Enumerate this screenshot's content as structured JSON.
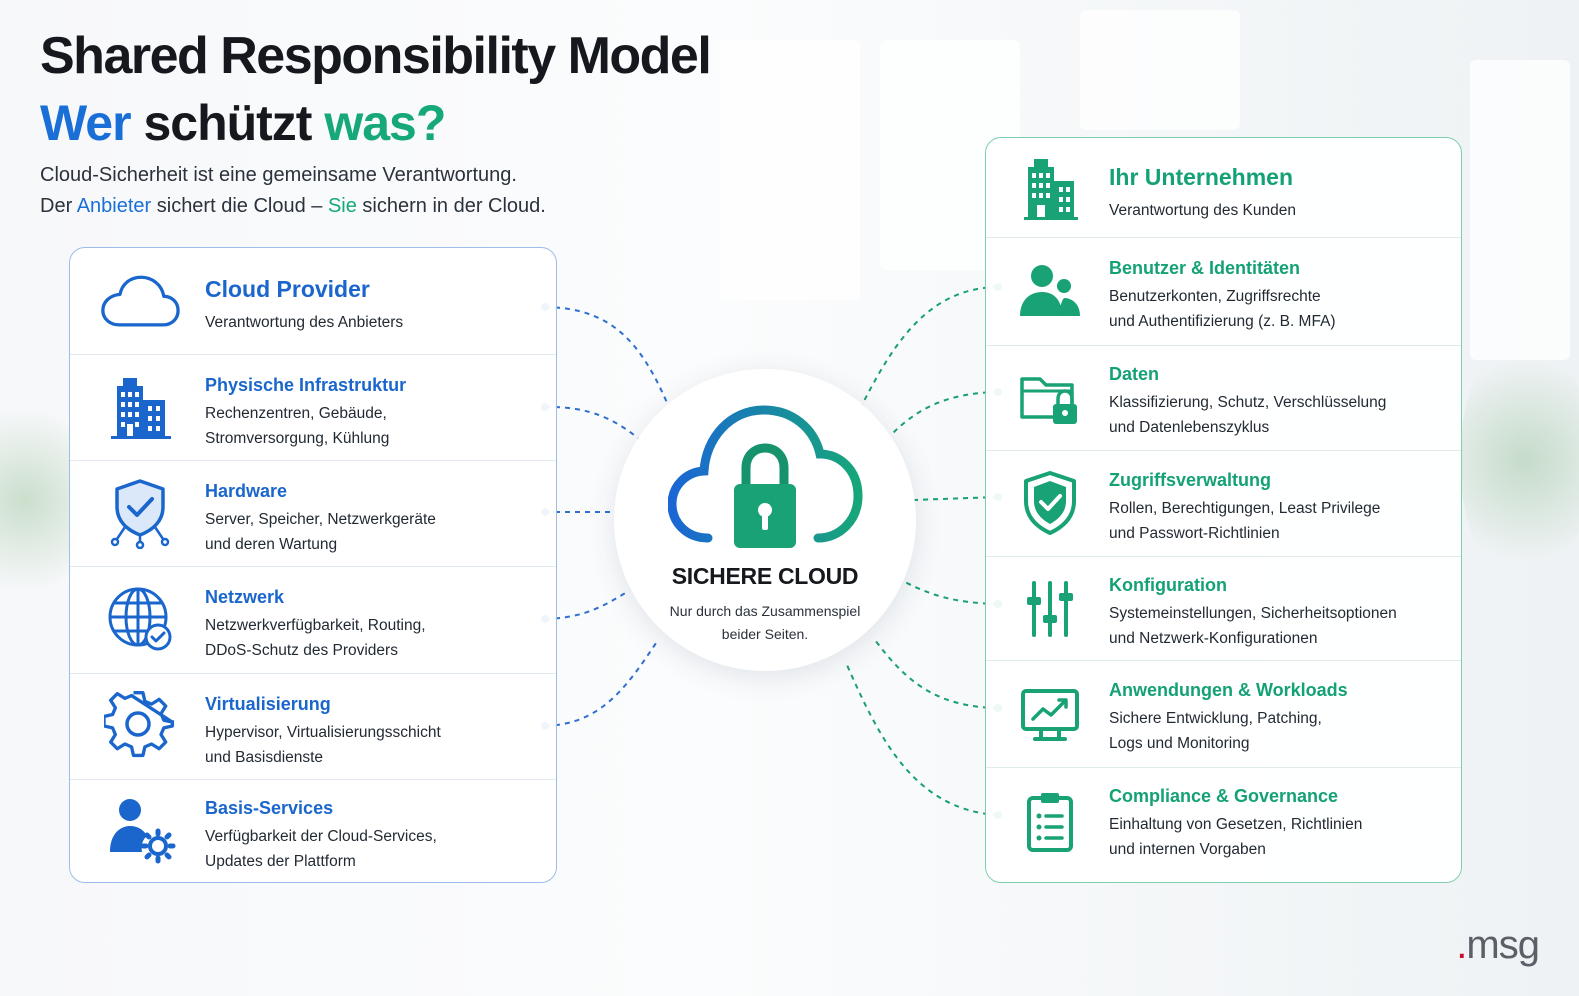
{
  "header": {
    "title": "Shared Responsibility Model",
    "subtitle_part1": "Wer",
    "subtitle_part2": " schützt ",
    "subtitle_part3": "was?",
    "intro_line1": "Cloud-Sicherheit ist eine gemeinsame Verantwortung.",
    "intro_line2_a": "Der ",
    "intro_line2_b": "Anbieter",
    "intro_line2_c": " sichert die Cloud – ",
    "intro_line2_d": "Sie",
    "intro_line2_e": " sichern in der Cloud."
  },
  "provider": {
    "title": "Cloud Provider",
    "subtitle": "Verantwortung des Anbieters",
    "items": [
      {
        "title": "Physische Infrastruktur",
        "desc1": "Rechenzentren, Gebäude,",
        "desc2": "Stromversorgung, Kühlung",
        "icon": "building-icon"
      },
      {
        "title": "Hardware",
        "desc1": "Server, Speicher, Netzwerkgeräte",
        "desc2": "und deren Wartung",
        "icon": "shield-check-icon"
      },
      {
        "title": "Netzwerk",
        "desc1": "Netzwerkverfügbarkeit, Routing,",
        "desc2": "DDoS-Schutz des Providers",
        "icon": "globe-icon"
      },
      {
        "title": "Virtualisierung",
        "desc1": "Hypervisor, Virtualisierungsschicht",
        "desc2": "und Basisdienste",
        "icon": "gear-icon"
      },
      {
        "title": "Basis-Services",
        "desc1": "Verfügbarkeit der Cloud-Services,",
        "desc2": "Updates der Plattform",
        "icon": "user-gear-icon"
      }
    ]
  },
  "customer": {
    "title": "Ihr Unternehmen",
    "subtitle": "Verantwortung des Kunden",
    "items": [
      {
        "title": "Benutzer & Identitäten",
        "desc1": "Benutzerkonten, Zugriffsrechte",
        "desc2": "und Authentifizierung (z. B. MFA)",
        "icon": "users-icon"
      },
      {
        "title": "Daten",
        "desc1": "Klassifizierung, Schutz, Verschlüsselung",
        "desc2": "und Datenlebenszyklus",
        "icon": "folder-lock-icon"
      },
      {
        "title": "Zugriffsverwaltung",
        "desc1": "Rollen, Berechtigungen, Least Privilege",
        "desc2": "und Passwort-Richtlinien",
        "icon": "shield-check-icon"
      },
      {
        "title": "Konfiguration",
        "desc1": "Systemeinstellungen, Sicherheitsoptionen",
        "desc2": "und Netzwerk-Konfigurationen",
        "icon": "sliders-icon"
      },
      {
        "title": "Anwendungen & Workloads",
        "desc1": "Sichere Entwicklung, Patching,",
        "desc2": "Logs und Monitoring",
        "icon": "monitor-chart-icon"
      },
      {
        "title": "Compliance & Governance",
        "desc1": "Einhaltung von Gesetzen, Richtlinien",
        "desc2": "und internen Vorgaben",
        "icon": "clipboard-icon"
      }
    ]
  },
  "center": {
    "title": "SICHERE CLOUD",
    "desc": "Nur durch das Zusammenspiel\nbeider Seiten.",
    "icon": "cloud-lock-icon"
  },
  "logo": {
    "dot": ".",
    "text": "msg"
  },
  "colors": {
    "blue": "#1a6fd6",
    "green": "#16a77a",
    "dark": "#15181d"
  }
}
